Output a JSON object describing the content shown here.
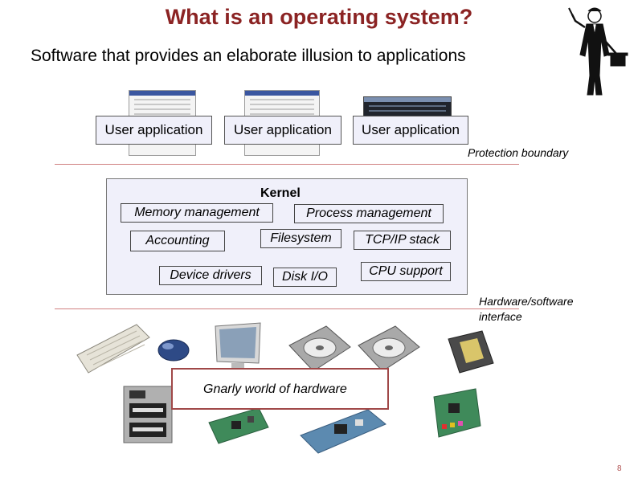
{
  "title": "What is an operating system?",
  "subtitle": "Software that provides an elaborate illusion to applications",
  "applications": [
    "User application",
    "User application",
    "User application"
  ],
  "protection_boundary_label": "Protection boundary",
  "kernel": {
    "title": "Kernel",
    "components": {
      "memory": "Memory management",
      "process": "Process management",
      "accounting": "Accounting",
      "filesystem": "Filesystem",
      "tcpip": "TCP/IP stack",
      "device_drivers": "Device drivers",
      "disk_io": "Disk I/O",
      "cpu": "CPU support"
    }
  },
  "hw_sw_interface_label": [
    "Hardware/software",
    "interface"
  ],
  "hardware_label": "Gnarly world of hardware",
  "page_number": "8",
  "colors": {
    "title": "#8b2323",
    "box_fill": "#f0f0fa",
    "boundary_line": "#d08080",
    "hardware_border": "#a04848"
  }
}
